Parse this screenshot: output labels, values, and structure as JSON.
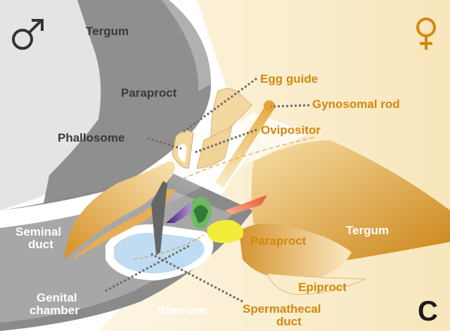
{
  "symbols": {
    "male": "♂",
    "female": "♀"
  },
  "panel_letter": "C",
  "male_labels": {
    "tergum": "Tergum",
    "paraproct": "Paraproct",
    "phallosome": "Phallosome",
    "seminal_duct_line1": "Seminal",
    "seminal_duct_line2": "duct",
    "genital_chamber_line1": "Genital",
    "genital_chamber_line2": "chamber",
    "sternum": "Sternum"
  },
  "female_labels": {
    "egg_guide": "Egg guide",
    "gynosomal_rod": "Gynosomal rod",
    "ovipositor": "Ovipositor",
    "tergum": "Tergum",
    "paraproct": "Paraproct",
    "epiproct": "Epiproct",
    "spermathecal_duct_line1": "Spermathecal",
    "spermathecal_duct_line2": "duct"
  },
  "colors": {
    "male_dark": "#8e8e8e",
    "male_mid": "#a9a9a9",
    "male_light": "#d9d9d9",
    "female_light": "#fbf0d6",
    "female_mid": "#f1cf8a",
    "female_dark": "#d08a1c",
    "female_text": "#d4880e",
    "male_text": "#3a3a3a",
    "chamber_blue": "#bcdcf2",
    "yellow_organ": "#f6ee40",
    "green_organ": "#4aa04a",
    "purple_organ": "#7b3fa0",
    "red_organ": "#d4401e"
  }
}
